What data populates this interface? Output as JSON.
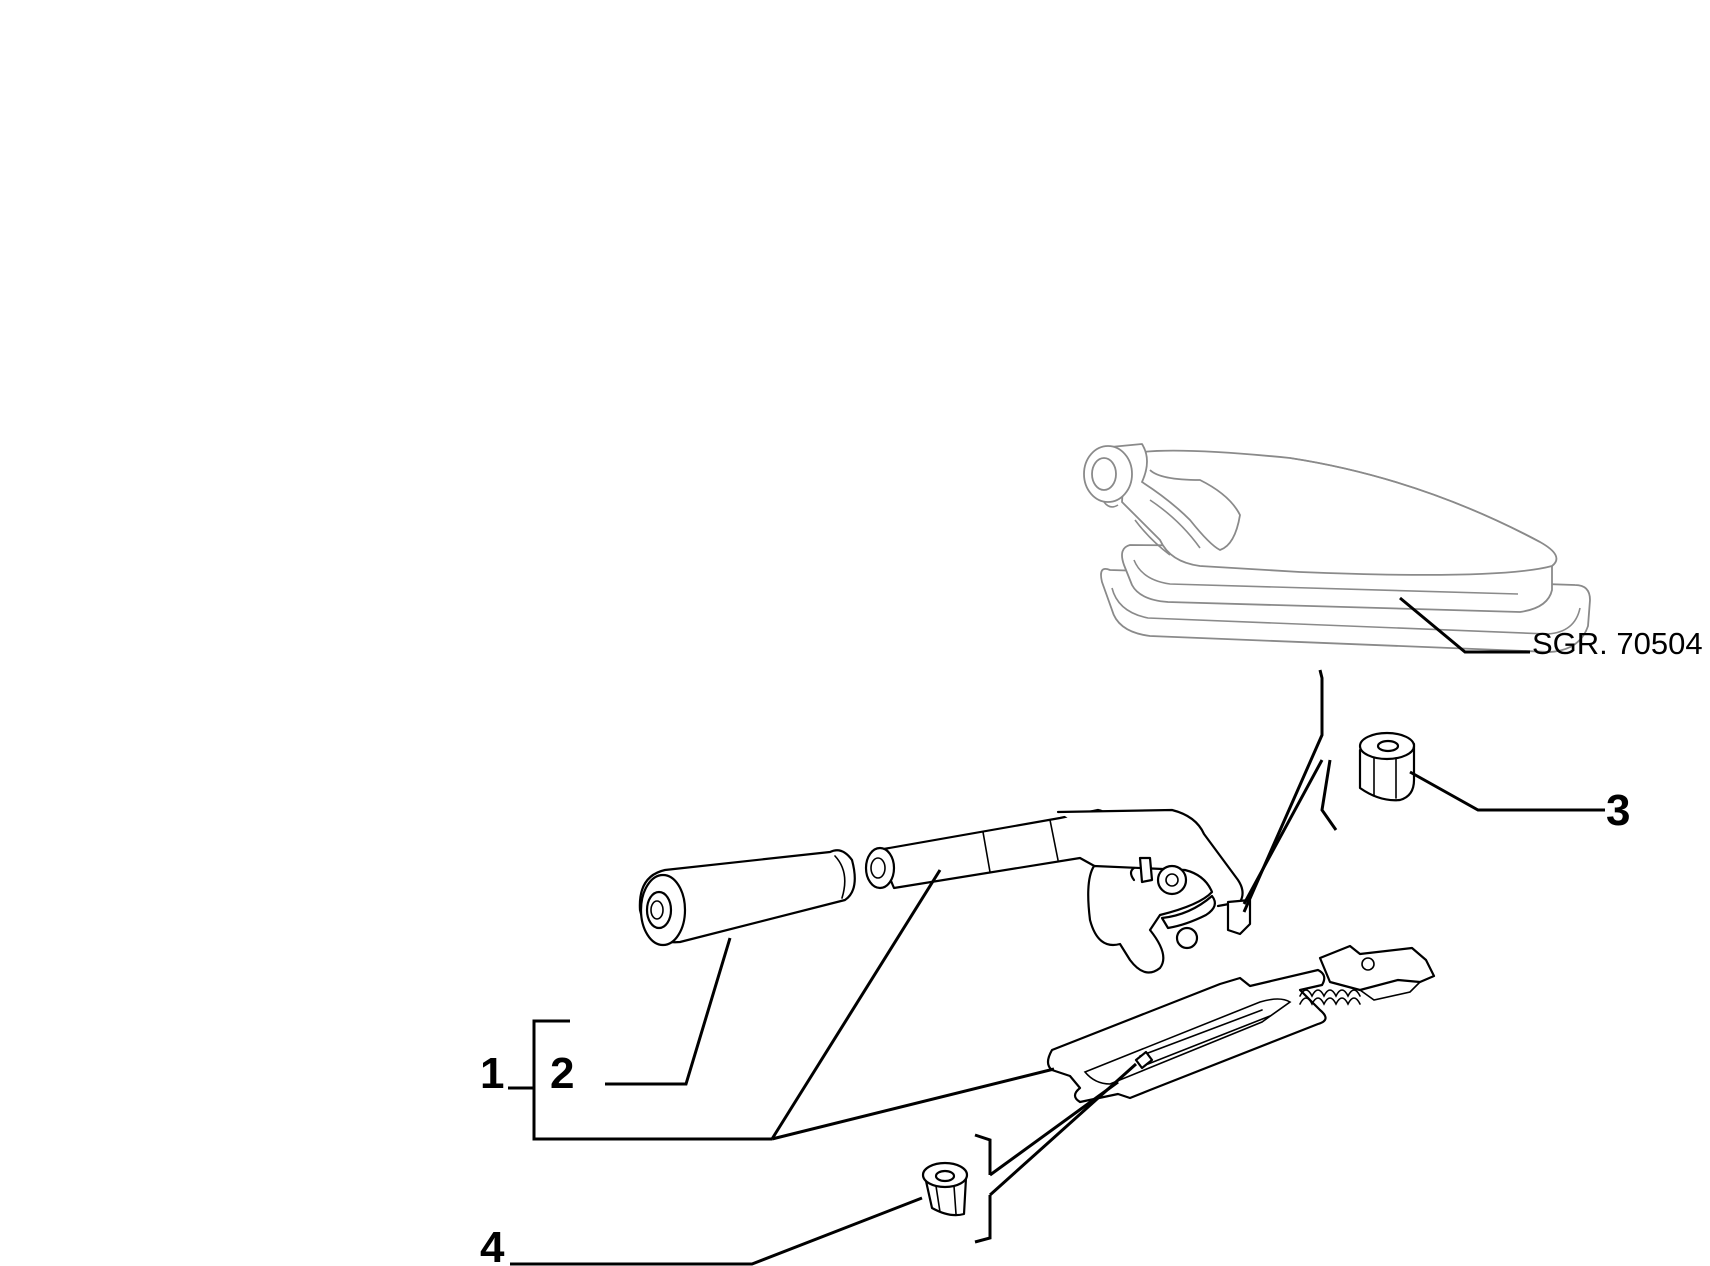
{
  "callouts": {
    "c1": "1",
    "c2": "2",
    "c3": "3",
    "c4": "4"
  },
  "reference": {
    "boot": "SGR. 70504"
  }
}
